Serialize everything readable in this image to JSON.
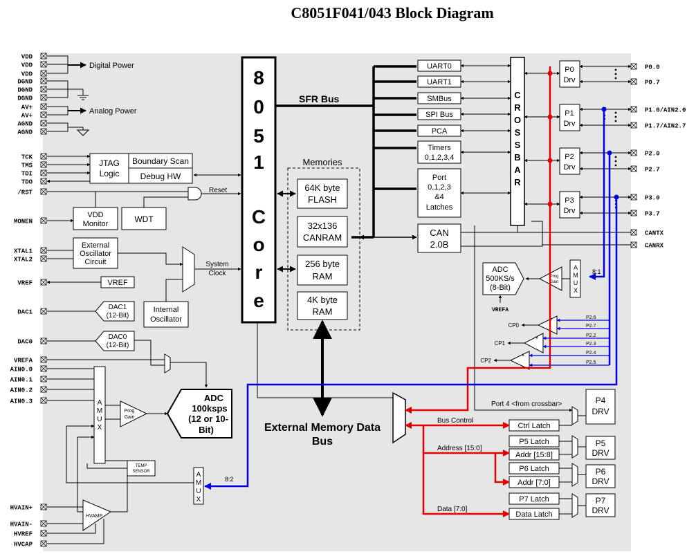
{
  "title": "C8051F041/043 Block Diagram",
  "colors": {
    "panel": "#e6e6e6",
    "red": "#e00000",
    "blue": "#0000dd",
    "black": "#000000"
  },
  "left_pins": [
    {
      "key": "vdd1",
      "label": "VDD"
    },
    {
      "key": "vdd2",
      "label": "VDD"
    },
    {
      "key": "vdd3",
      "label": "VDD"
    },
    {
      "key": "dgnd1",
      "label": "DGND"
    },
    {
      "key": "dgnd2",
      "label": "DGND"
    },
    {
      "key": "dgnd3",
      "label": "DGND"
    },
    {
      "key": "avp1",
      "label": "AV+"
    },
    {
      "key": "avp2",
      "label": "AV+"
    },
    {
      "key": "agnd1",
      "label": "AGND"
    },
    {
      "key": "agnd2",
      "label": "AGND"
    },
    {
      "key": "tck",
      "label": "TCK"
    },
    {
      "key": "tms",
      "label": "TMS"
    },
    {
      "key": "tdi",
      "label": "TDI"
    },
    {
      "key": "tdo",
      "label": "TDO"
    },
    {
      "key": "rst",
      "label": "/RST"
    },
    {
      "key": "monen",
      "label": "MONEN"
    },
    {
      "key": "xtal1",
      "label": "XTAL1"
    },
    {
      "key": "xtal2",
      "label": "XTAL2"
    },
    {
      "key": "vref",
      "label": "VREF"
    },
    {
      "key": "dac1",
      "label": "DAC1"
    },
    {
      "key": "dac0",
      "label": "DAC0"
    },
    {
      "key": "vrefa",
      "label": "VREFA"
    },
    {
      "key": "ain00",
      "label": "AIN0.0"
    },
    {
      "key": "ain01",
      "label": "AIN0.1"
    },
    {
      "key": "ain02",
      "label": "AIN0.2"
    },
    {
      "key": "ain03",
      "label": "AIN0.3"
    },
    {
      "key": "hvainp",
      "label": "HVAIN+"
    },
    {
      "key": "hvainm",
      "label": "HVAIN-"
    },
    {
      "key": "hvref",
      "label": "HVREF"
    },
    {
      "key": "hvcap",
      "label": "HVCAP"
    }
  ],
  "right_pins": [
    {
      "key": "p00",
      "label": "P0.0"
    },
    {
      "key": "p07",
      "label": "P0.7"
    },
    {
      "key": "p10",
      "label": "P1.0/AIN2.0"
    },
    {
      "key": "p17",
      "label": "P1.7/AIN2.7"
    },
    {
      "key": "p20",
      "label": "P2.0"
    },
    {
      "key": "p27",
      "label": "P2.7"
    },
    {
      "key": "p30",
      "label": "P3.0"
    },
    {
      "key": "p37",
      "label": "P3.7"
    },
    {
      "key": "cantx",
      "label": "CANTX"
    },
    {
      "key": "canrx",
      "label": "CANRX"
    }
  ],
  "power": {
    "digital": "Digital Power",
    "analog": "Analog Power"
  },
  "jtag": {
    "logic_l1": "JTAG",
    "logic_l2": "Logic",
    "boundary": "Boundary Scan",
    "debug": "Debug HW"
  },
  "reset_label": "Reset",
  "vdd_monitor": {
    "l1": "VDD",
    "l2": "Monitor"
  },
  "wdt": "WDT",
  "ext_osc": {
    "l1": "External",
    "l2": "Oscillator",
    "l3": "Circuit"
  },
  "int_osc": {
    "l1": "Internal",
    "l2": "Oscillator"
  },
  "system_clock": {
    "l1": "System",
    "l2": "Clock"
  },
  "vref_box": "VREF",
  "dac1": {
    "l1": "DAC1",
    "l2": "(12-Bit)"
  },
  "dac0": {
    "l1": "DAC0",
    "l2": "(12-Bit)"
  },
  "core_letters": [
    "8",
    "0",
    "5",
    "1",
    "C",
    "o",
    "r",
    "e"
  ],
  "sfr_bus": "SFR Bus",
  "memories": {
    "title": "Memories",
    "flash": {
      "l1": "64K byte",
      "l2": "FLASH"
    },
    "canram": {
      "l1": "32x136",
      "l2": "CANRAM"
    },
    "ram256": {
      "l1": "256 byte",
      "l2": "RAM"
    },
    "ram4k": {
      "l1": "4K byte",
      "l2": "RAM"
    }
  },
  "peripherals": {
    "uart0": "UART0",
    "uart1": "UART1",
    "smbus": "SMBus",
    "spi": "SPI Bus",
    "pca": "PCA",
    "timers": {
      "l1": "Timers",
      "l2": "0,1,2,3,4"
    },
    "port_latches": {
      "l1": "Port",
      "l2": "0,1,2,3",
      "l3": "&4",
      "l4": "Latches"
    },
    "can": {
      "l1": "CAN",
      "l2": "2.0B"
    }
  },
  "crossbar_letters": [
    "C",
    "R",
    "O",
    "S",
    "S",
    "B",
    "A",
    "R"
  ],
  "port_drivers": [
    {
      "l1": "P0",
      "l2": "Drv"
    },
    {
      "l1": "P1",
      "l2": "Drv"
    },
    {
      "l1": "P2",
      "l2": "Drv"
    },
    {
      "l1": "P3",
      "l2": "Drv"
    }
  ],
  "adc8": {
    "l1": "ADC",
    "l2": "500KS/s",
    "l3": "(8-Bit)",
    "vrefa": "VREFA"
  },
  "prog_gain": {
    "l1": "Prog",
    "l2": "Gain"
  },
  "amux_letters": [
    "A",
    "M",
    "U",
    "X"
  ],
  "ratio_81": "8:1",
  "ratio_82": "8:2",
  "comparators": {
    "cp0": "CP0",
    "cp1": "CP1",
    "cp2": "CP2",
    "pins": [
      "P2.6",
      "P2.7",
      "P2.2",
      "P2.3",
      "P2.4",
      "P2.5"
    ]
  },
  "plus": "+",
  "minus": "-",
  "adc12": {
    "l1": "ADC",
    "l2": "100ksps",
    "l3": "(12 or 10-",
    "l4": "Bit)"
  },
  "temp_sensor": {
    "l1": "TEMP",
    "l2": "SENSOR"
  },
  "hvamp": "HVAMP",
  "ext_mem_bus": {
    "l1": "External Memory Data",
    "l2": "Bus"
  },
  "bus_control": "Bus Control",
  "address_label": "Address [15:0]",
  "data_label": "Data [7:0]",
  "port4_label": "Port 4 <from crossbar>",
  "latches": {
    "ctrl": "Ctrl Latch",
    "p5": "P5 Latch",
    "addr158": "Addr [15:8]",
    "p6": "P6 Latch",
    "addr70": "Addr [7:0]",
    "p7": "P7 Latch",
    "data": "Data Latch"
  },
  "drv": [
    {
      "l1": "P4",
      "l2": "DRV"
    },
    {
      "l1": "P5",
      "l2": "DRV"
    },
    {
      "l1": "P6",
      "l2": "DRV"
    },
    {
      "l1": "P7",
      "l2": "DRV"
    }
  ]
}
